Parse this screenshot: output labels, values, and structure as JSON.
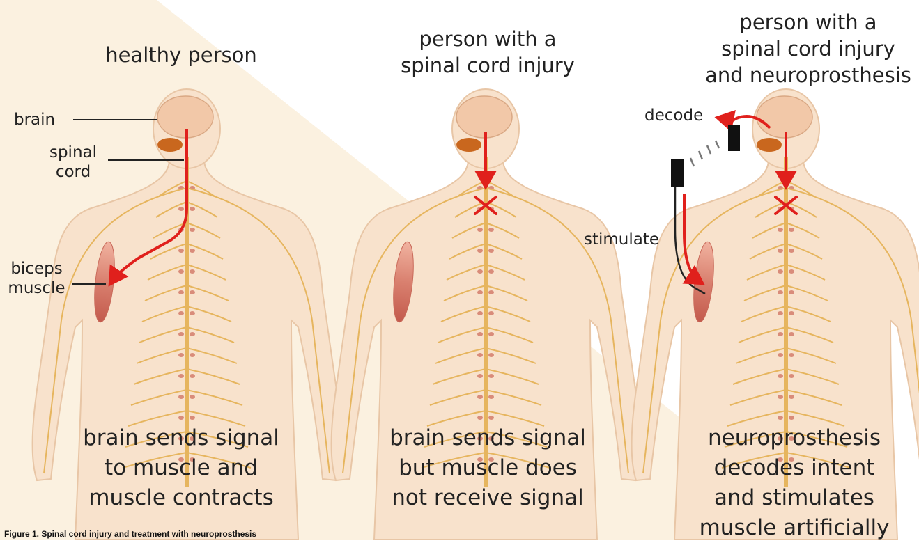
{
  "panels": [
    {
      "title": [
        "healthy person"
      ],
      "caption": [
        "brain sends signal",
        "to muscle and",
        "muscle contracts"
      ]
    },
    {
      "title": [
        "person with a",
        "spinal cord injury"
      ],
      "caption": [
        "brain sends signal",
        "but muscle does",
        "not receive signal"
      ]
    },
    {
      "title": [
        "person with a",
        "spinal cord injury",
        "and neuroprosthesis"
      ],
      "caption": [
        "neuroprosthesis",
        "decodes intent",
        "and stimulates",
        "muscle artificially"
      ]
    }
  ],
  "labels": {
    "brain": "brain",
    "spinal_cord": [
      "spinal",
      "cord"
    ],
    "biceps_muscle": [
      "biceps",
      "muscle"
    ],
    "decode": "decode",
    "stimulate": "stimulate"
  },
  "figure_caption": "Figure 1. Spinal cord injury and treatment with neuroprosthesis",
  "colors": {
    "background_band": "#fbf1e0",
    "skin": "#f8e2cc",
    "skin_outline": "#e8c6a6",
    "nerve": "#e6b55e",
    "brain": "#f2c8a8",
    "cerebellum": "#c9671e",
    "signal": "#e0201c",
    "muscle": "#d9806f",
    "device": "#111111"
  }
}
